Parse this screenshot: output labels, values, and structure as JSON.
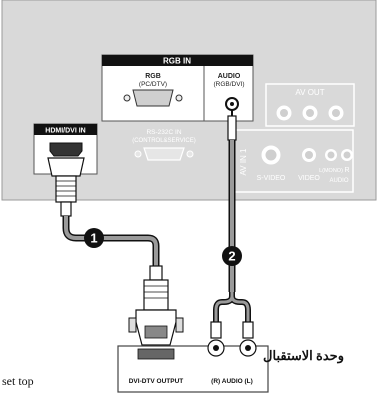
{
  "panel": {
    "rgb_in": "RGB IN",
    "rgb_label": "RGB",
    "rgb_sub": "(PC/DTV)",
    "audio_label": "AUDIO",
    "audio_sub": "(RGB/DVI)",
    "av_out": "AV OUT",
    "hdmi_label": "HDMI/DVI IN",
    "rs232_label": "RS-232C IN",
    "rs232_sub": "(CONTROL&SERVICE)",
    "av_in_1": "AV IN 1",
    "svideo": "S-VIDEO",
    "video": "VIDEO",
    "l_mono": "L(MONO)",
    "r_label": "R",
    "audio_bracket": "AUDIO"
  },
  "steps": {
    "one": "1",
    "two": "2"
  },
  "device": {
    "dvi_output": "DVI-DTV OUTPUT",
    "audio_output": "(R) AUDIO (L)"
  },
  "captions": {
    "arabic": "وحدة الاستقبال",
    "english": "set top"
  },
  "colors": {
    "panel_fill": "#d9d9d9",
    "header_fill": "#111111",
    "step_badge": "#111111"
  }
}
